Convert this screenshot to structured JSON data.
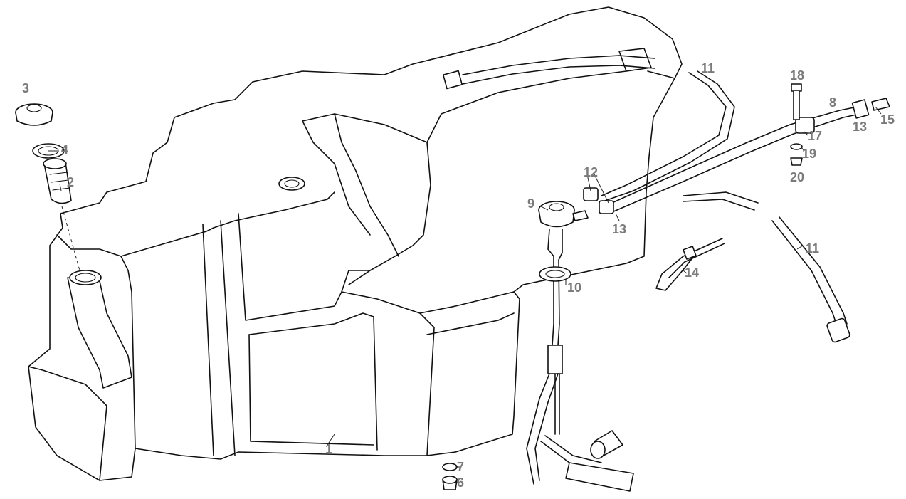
{
  "diagram": {
    "callouts": {
      "c1": "1",
      "c2": "2",
      "c3": "3",
      "c4": "4",
      "c6": "6",
      "c7": "7",
      "c8": "8",
      "c9": "9",
      "c10": "10",
      "c11a": "11",
      "c11b": "11",
      "c12": "12",
      "c13a": "13",
      "c13b": "13",
      "c14": "14",
      "c15": "15",
      "c17": "17",
      "c18": "18",
      "c19": "19",
      "c20": "20"
    },
    "callout_color": "#7a7a7a",
    "line_color": "#111111"
  }
}
